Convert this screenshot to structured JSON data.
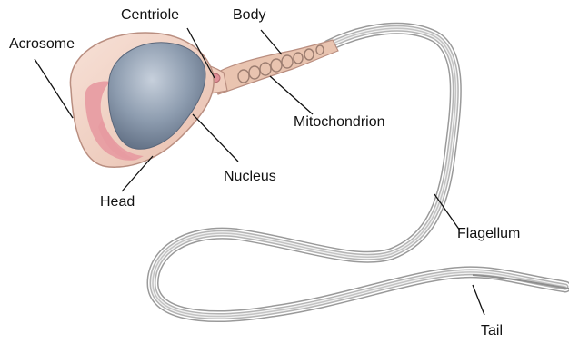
{
  "labels": {
    "acrosome": "Acrosome",
    "centriole": "Centriole",
    "body": "Body",
    "mitochondrion": "Mitochondrion",
    "nucleus": "Nucleus",
    "head": "Head",
    "flagellum": "Flagellum",
    "tail": "Tail"
  },
  "colors": {
    "head_fill": "#f2cfc3",
    "head_outline": "#b98e80",
    "acrosome_fill": "#e79aa1",
    "nucleus_fill": "#8797ab",
    "nucleus_dark": "#65748a",
    "body_fill": "#e9c4b0",
    "flagellum_stroke": "#a8a8a8",
    "tail_stroke": "#8f8f8f",
    "leader_line": "#111111"
  }
}
